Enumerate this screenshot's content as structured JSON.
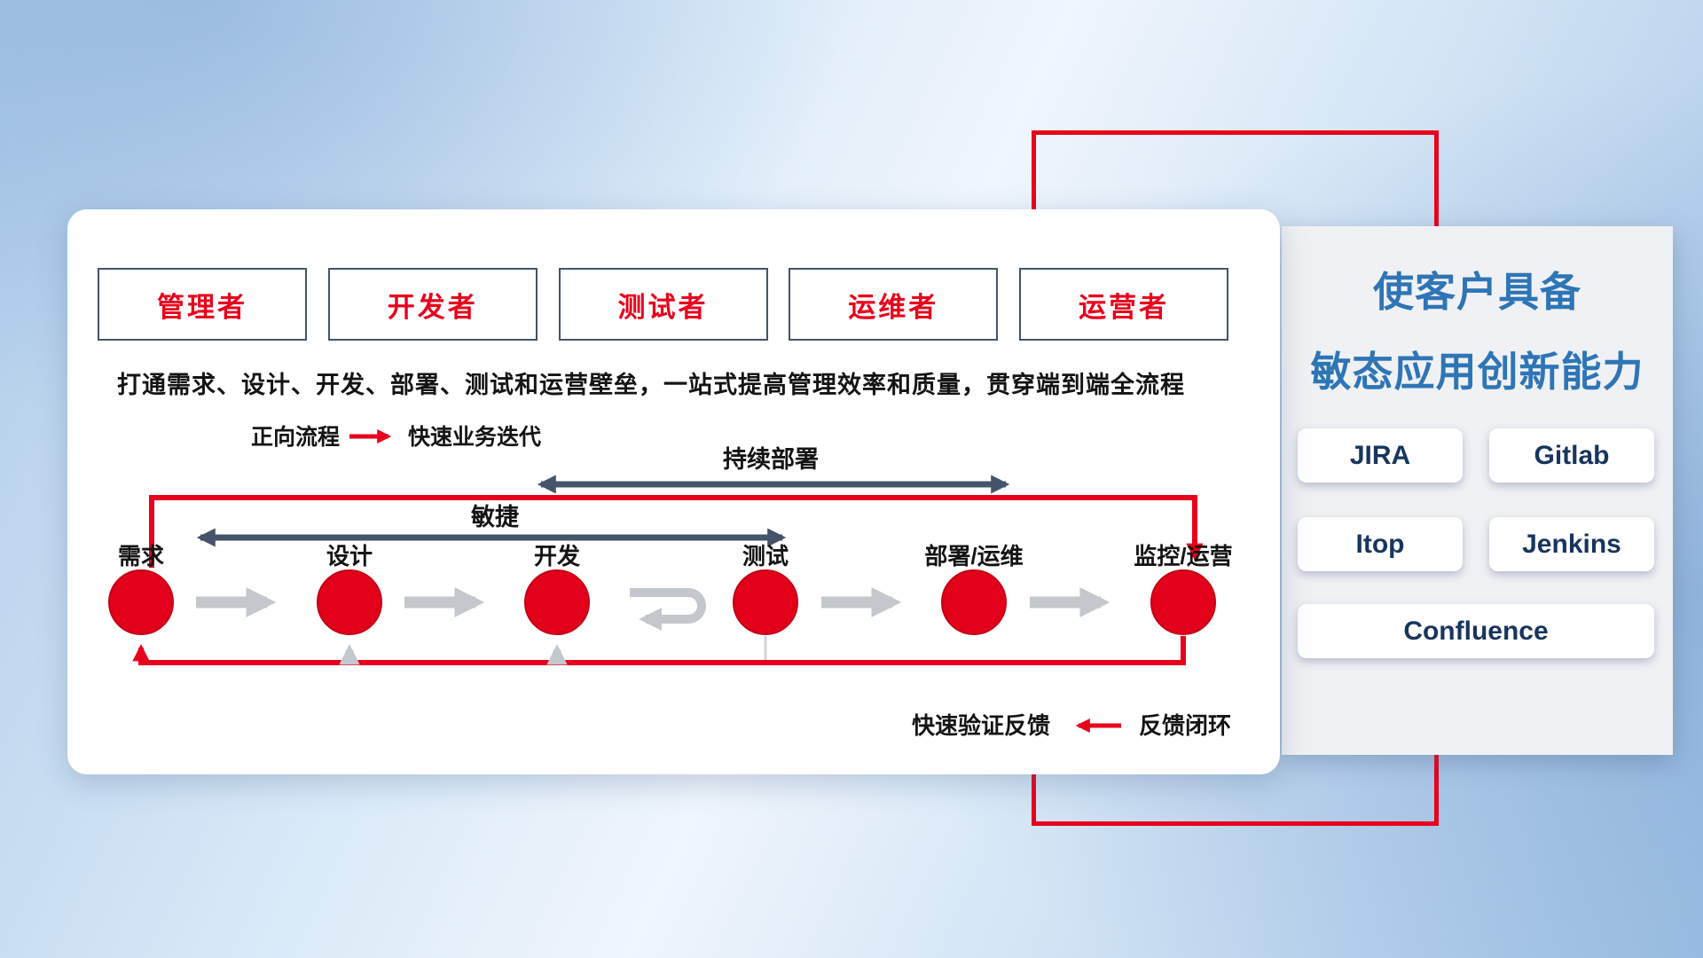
{
  "panel": {
    "roles": [
      {
        "id": "manager",
        "label": "管理者"
      },
      {
        "id": "developer",
        "label": "开发者"
      },
      {
        "id": "tester",
        "label": "测试者"
      },
      {
        "id": "ops",
        "label": "运维者"
      },
      {
        "id": "operator",
        "label": "运营者"
      }
    ],
    "description": "打通需求、设计、开发、部署、测试和运营壁垒，一站式提高管理效率和质量，贯穿端到端全流程",
    "legend": {
      "forward_label": "正向流程",
      "forward_desc": "快速业务迭代",
      "feedback_desc": "快速验证反馈",
      "feedback_label": "反馈闭环"
    },
    "flow": {
      "continuous_deploy": "持续部署",
      "agile": "敏捷",
      "stages": [
        "需求",
        "设计",
        "开发",
        "测试",
        "部署/运维",
        "监控/运营"
      ]
    }
  },
  "side_panel": {
    "title_line1": "使客户具备",
    "title_line2": "敏态应用创新能力",
    "tools": [
      "JIRA",
      "Gitlab",
      "Itop",
      "Jenkins",
      "Confluence"
    ]
  },
  "colors": {
    "accent_red": "#e8001c",
    "title_blue": "#2e75b6",
    "dark_arrow": "#44546a",
    "gray_arrow": "#c4c7cc",
    "tool_text": "#17355e"
  }
}
